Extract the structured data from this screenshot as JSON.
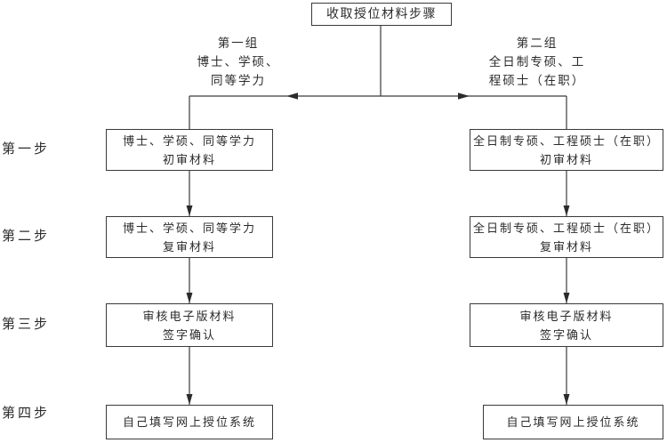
{
  "flowchart": {
    "root": {
      "label": "收取授位材料步骤"
    },
    "group_headers": [
      {
        "line1": "第一组",
        "line2": "博士、学硕、",
        "line3": "同等学力"
      },
      {
        "line1": "第二组",
        "line2": "全日制专硕、工",
        "line3": "程硕士（在职）"
      }
    ],
    "step_labels": [
      "第一步",
      "第二步",
      "第三步",
      "第四步"
    ],
    "left_column": [
      {
        "line1": "博士、学硕、同等学力",
        "line2": "初审材料"
      },
      {
        "line1": "博士、学硕、同等学力",
        "line2": "复审材料"
      },
      {
        "line1": "审核电子版材料",
        "line2": "签字确认"
      },
      {
        "line1": "自己填写网上授位系统"
      }
    ],
    "right_column": [
      {
        "line1": "全日制专硕、工程硕士（在职）",
        "line2": "初审材料"
      },
      {
        "line1": "全日制专硕、工程硕士（在职）",
        "line2": "复审材料"
      },
      {
        "line1": "审核电子版材料",
        "line2": "签字确认"
      },
      {
        "line1": "自己填写网上授位系统"
      }
    ],
    "colors": {
      "line": "#3a3a3a",
      "text": "#2b2b2b",
      "background": "#ffffff"
    }
  }
}
